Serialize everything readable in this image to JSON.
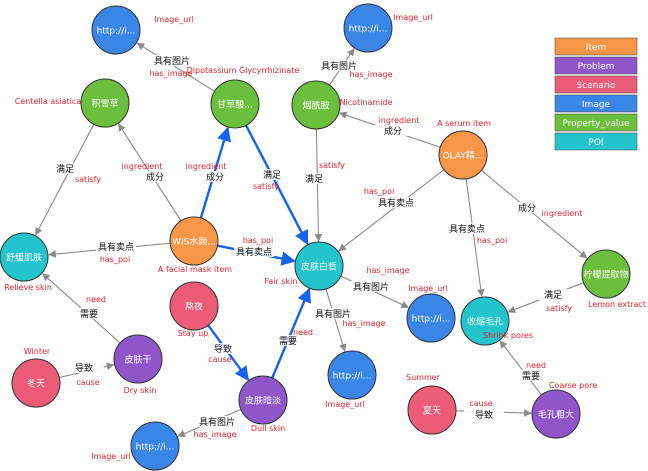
{
  "legend": [
    {
      "label": "Item",
      "color": "#f79646"
    },
    {
      "label": "Problem",
      "color": "#8e56c9"
    },
    {
      "label": "Scenario",
      "color": "#ec5b77"
    },
    {
      "label": "Image",
      "color": "#3a86e6"
    },
    {
      "label": "Property_value",
      "color": "#6bbf3c"
    },
    {
      "label": "POI",
      "color": "#23c4cc"
    }
  ],
  "colors": {
    "edge": "#8a8a8a",
    "highlight": "#1463e8",
    "node_stroke": "#333333",
    "annot": "#e8222a"
  },
  "nodes": [
    {
      "id": "img1",
      "label": "http://i...",
      "type": "Image",
      "annot": "Image_url"
    },
    {
      "id": "img2",
      "label": "http://i...",
      "type": "Image",
      "annot": "Image_url"
    },
    {
      "id": "jixuecao",
      "label": "积雪草",
      "type": "Property_value",
      "annot": "Centella asiatica"
    },
    {
      "id": "gancaosuan",
      "label": "甘草酸...",
      "type": "Property_value",
      "annot": "Dipotassium Glycyrrhizinate"
    },
    {
      "id": "yanxian",
      "label": "烟酰胺",
      "type": "Property_value",
      "annot": "Nicotinamide"
    },
    {
      "id": "olay",
      "label": "OLAY精...",
      "type": "Item",
      "annot": "A serum item"
    },
    {
      "id": "shuhuan",
      "label": "舒缓肌肤",
      "type": "POI",
      "annot": "Relieve skin"
    },
    {
      "id": "wis",
      "label": "WIS水颜...",
      "type": "Item",
      "annot": "A facial mask item"
    },
    {
      "id": "baixi",
      "label": "皮肤白皙",
      "type": "POI",
      "annot": "Fair skin"
    },
    {
      "id": "ningmeng",
      "label": "柠檬提取物",
      "type": "Property_value",
      "annot": "Lemon extract"
    },
    {
      "id": "aoye",
      "label": "熬夜",
      "type": "Scenario",
      "annot": "Stay up"
    },
    {
      "id": "img3",
      "label": "http://i...",
      "type": "Image",
      "annot": "Image_url"
    },
    {
      "id": "shousuo",
      "label": "收缩毛孔",
      "type": "POI",
      "annot": "Shrink pores"
    },
    {
      "id": "dongtian",
      "label": "冬天",
      "type": "Scenario",
      "annot": "Winter"
    },
    {
      "id": "pifugan",
      "label": "皮肤干",
      "type": "Problem",
      "annot": "Dry skin"
    },
    {
      "id": "img4",
      "label": "http://i...",
      "type": "Image",
      "annot": "Image_url"
    },
    {
      "id": "xiatian",
      "label": "夏天",
      "type": "Scenario",
      "annot": "Summer"
    },
    {
      "id": "anhuan",
      "label": "皮肤暗淡",
      "type": "Problem",
      "annot": "Dull skin"
    },
    {
      "id": "maokong",
      "label": "毛孔粗大",
      "type": "Problem",
      "annot": "Coarse pore"
    },
    {
      "id": "img5",
      "label": "http://i...",
      "type": "Image",
      "annot": "Image_url"
    }
  ],
  "edges": [
    {
      "from": "gancaosuan",
      "to": "img1",
      "cn": "具有图片",
      "en": "has_image",
      "hl": false
    },
    {
      "from": "yanxian",
      "to": "img2",
      "cn": "具有图片",
      "en": "has_image",
      "hl": false
    },
    {
      "from": "jixuecao",
      "to": "shuhuan",
      "cn": "满足",
      "en": "satisfy",
      "hl": false
    },
    {
      "from": "wis",
      "to": "jixuecao",
      "cn": "成分",
      "en": "ingredient",
      "hl": false
    },
    {
      "from": "wis",
      "to": "gancaosuan",
      "cn": "成分",
      "en": "ingredient",
      "hl": true
    },
    {
      "from": "gancaosuan",
      "to": "baixi",
      "cn": "满足",
      "en": "satisfy",
      "hl": true
    },
    {
      "from": "olay",
      "to": "yanxian",
      "cn": "成分",
      "en": "ingredient",
      "hl": false
    },
    {
      "from": "yanxian",
      "to": "baixi",
      "cn": "满足",
      "en": "satisfy",
      "hl": false
    },
    {
      "from": "olay",
      "to": "baixi",
      "cn": "具有卖点",
      "en": "has_poi",
      "hl": false
    },
    {
      "from": "olay",
      "to": "shousuo",
      "cn": "具有卖点",
      "en": "has_poi",
      "hl": false
    },
    {
      "from": "olay",
      "to": "ningmeng",
      "cn": "成分",
      "en": "ingredient",
      "hl": false
    },
    {
      "from": "wis",
      "to": "shuhuan",
      "cn": "具有卖点",
      "en": "has_poi",
      "hl": false
    },
    {
      "from": "wis",
      "to": "baixi",
      "cn": "具有卖点",
      "en": "has_poi",
      "hl": true
    },
    {
      "from": "baixi",
      "to": "img3",
      "cn": "具有图片",
      "en": "has_image",
      "hl": false
    },
    {
      "from": "baixi",
      "to": "img4",
      "cn": "具有图片",
      "en": "has_image",
      "hl": false
    },
    {
      "from": "ningmeng",
      "to": "shousuo",
      "cn": "满足",
      "en": "satisfy",
      "hl": false
    },
    {
      "from": "pifugan",
      "to": "shuhuan",
      "cn": "需要",
      "en": "need",
      "hl": false
    },
    {
      "from": "dongtian",
      "to": "pifugan",
      "cn": "导致",
      "en": "cause",
      "hl": false
    },
    {
      "from": "aoye",
      "to": "anhuan",
      "cn": "导致",
      "en": "cause",
      "hl": true
    },
    {
      "from": "anhuan",
      "to": "baixi",
      "cn": "需要",
      "en": "need",
      "hl": true
    },
    {
      "from": "anhuan",
      "to": "img5",
      "cn": "具有图片",
      "en": "has_image",
      "hl": false
    },
    {
      "from": "xiatian",
      "to": "maokong",
      "cn": "导致",
      "en": "cause",
      "hl": false
    },
    {
      "from": "maokong",
      "to": "shousuo",
      "cn": "需要",
      "en": "need",
      "hl": false
    }
  ]
}
